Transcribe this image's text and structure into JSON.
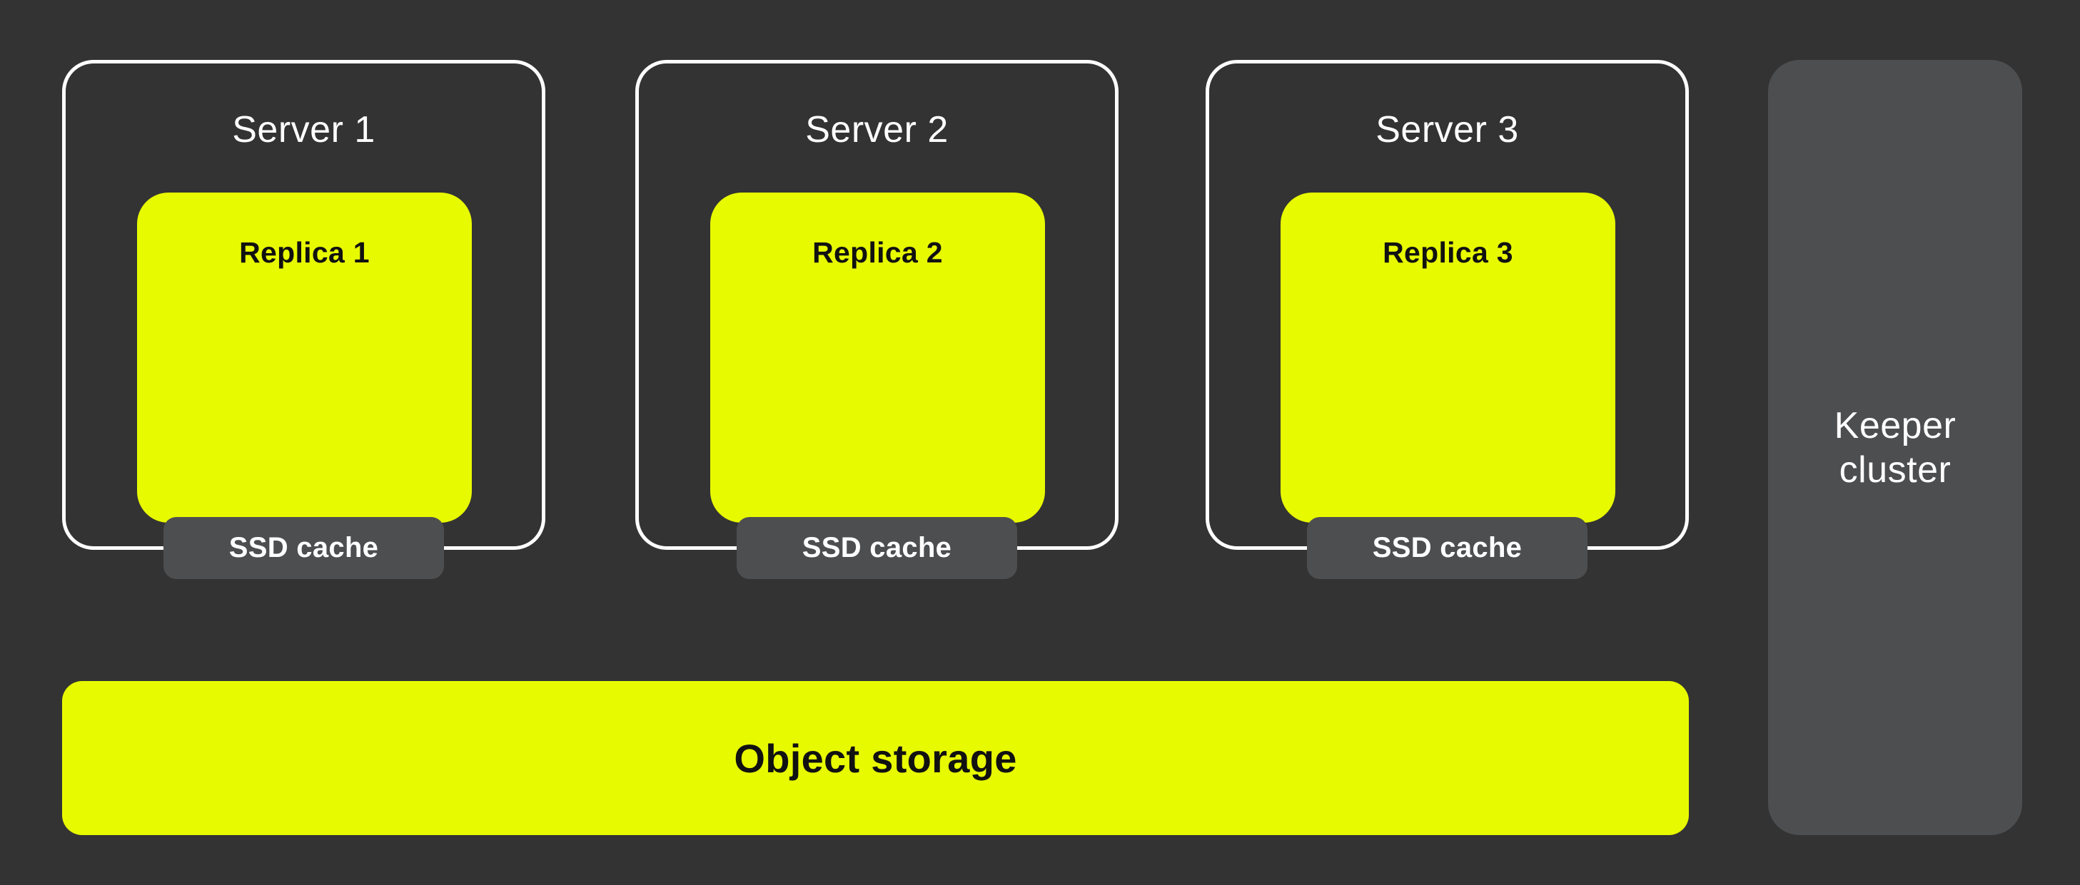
{
  "colors": {
    "background": "#333333",
    "accent_yellow": "#E8FA00",
    "panel_gray": "#4D4E50",
    "border_white": "#FFFFFF",
    "text_light": "#FFFFFF",
    "text_dark": "#111111"
  },
  "servers": [
    {
      "label": "Server 1",
      "replica": "Replica 1",
      "cache": "SSD cache"
    },
    {
      "label": "Server 2",
      "replica": "Replica 2",
      "cache": "SSD cache"
    },
    {
      "label": "Server 3",
      "replica": "Replica 3",
      "cache": "SSD cache"
    }
  ],
  "object_storage": {
    "label": "Object storage"
  },
  "keeper": {
    "label": "Keeper cluster"
  }
}
